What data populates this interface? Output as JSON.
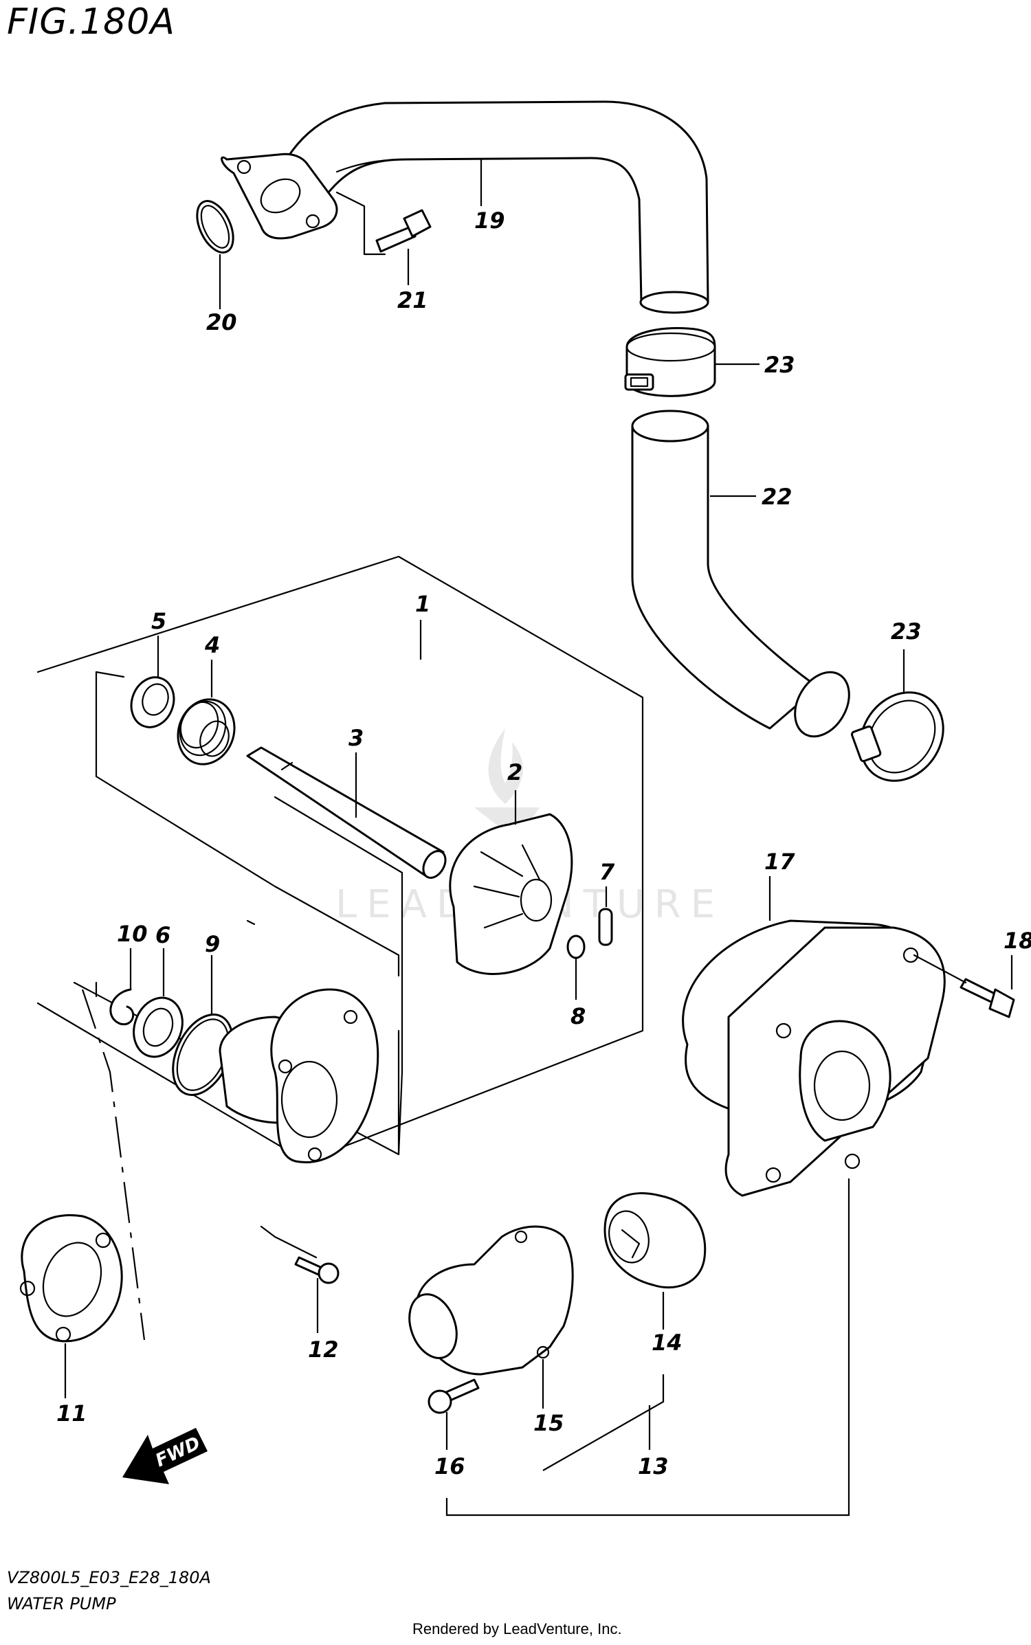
{
  "title": "FIG.180A",
  "diagram_code": "VZ800L5_E03_E28_180A",
  "diagram_name": "WATER PUMP",
  "rendered_by": "Rendered by LeadVenture, Inc.",
  "watermark": "LEADVENTURE",
  "fwd_label": "FWD",
  "callouts": {
    "c1": "1",
    "c2": "2",
    "c3": "3",
    "c4": "4",
    "c5": "5",
    "c6": "6",
    "c7": "7",
    "c8": "8",
    "c9": "9",
    "c10": "10",
    "c11": "11",
    "c12": "12",
    "c13": "13",
    "c14": "14",
    "c15": "15",
    "c16": "16",
    "c17": "17",
    "c18": "18",
    "c19": "19",
    "c20": "20",
    "c21": "21",
    "c22": "22",
    "c23a": "23",
    "c23b": "23"
  }
}
